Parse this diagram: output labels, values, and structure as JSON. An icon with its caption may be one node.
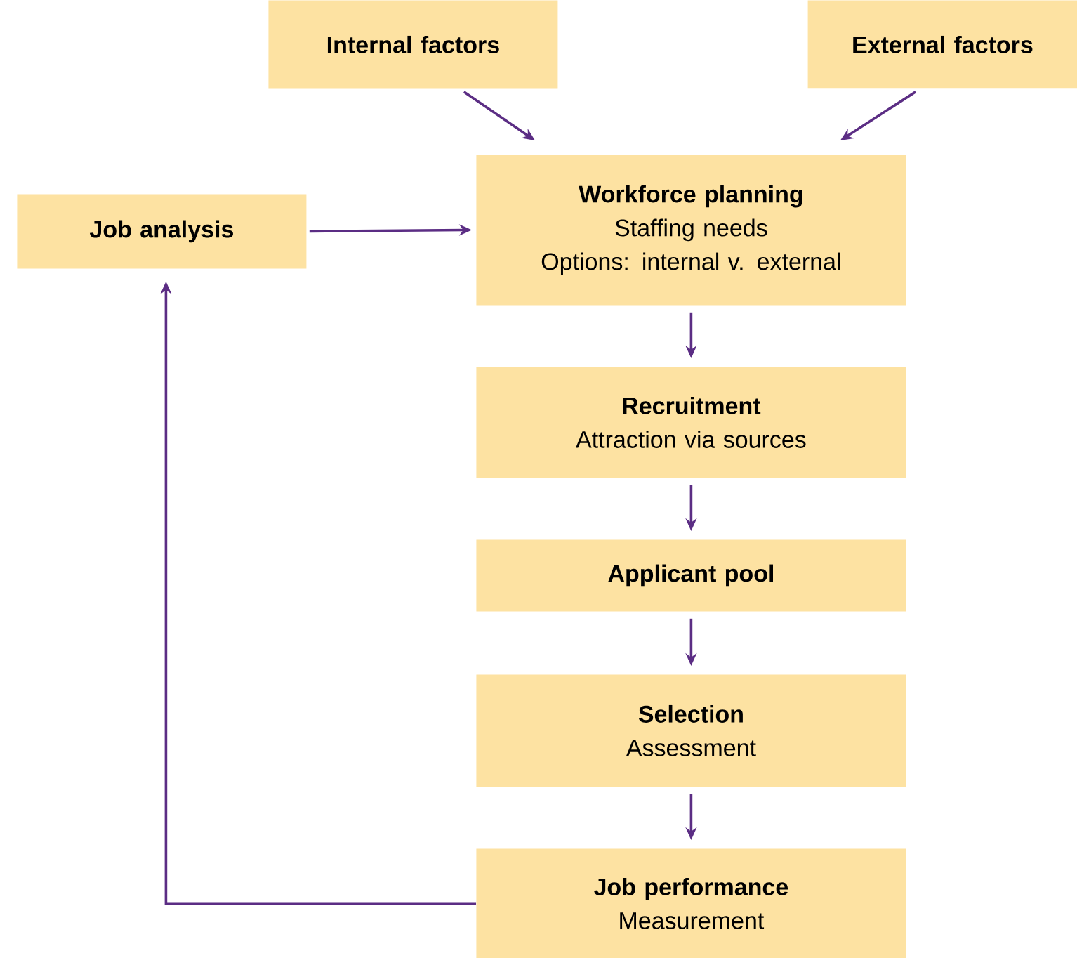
{
  "diagram": {
    "nodes": [
      {
        "text": [
          "Internal factors"
        ]
      },
      {
        "text": [
          "External factors"
        ]
      },
      {
        "text": [
          "Job analysis"
        ]
      },
      {
        "text": [
          "Workforce planning",
          "Staffing needs",
          "Options: internal v. external"
        ]
      },
      {
        "text": [
          "Recruitment",
          "Attraction via sources"
        ]
      },
      {
        "text": [
          "Applicant pool"
        ]
      },
      {
        "text": [
          "Selection",
          "Assessment"
        ]
      },
      {
        "text": [
          "Job performance",
          "Measurement"
        ]
      }
    ],
    "edges": [
      {
        "from": 0,
        "to": 3,
        "arrow": "to"
      },
      {
        "from": 1,
        "to": 3,
        "arrow": "to"
      },
      {
        "from": 2,
        "to": 3,
        "arrow": "to"
      },
      {
        "from": 3,
        "to": 4,
        "arrow": "to"
      },
      {
        "from": 4,
        "to": 5,
        "arrow": "to"
      },
      {
        "from": 5,
        "to": 6,
        "arrow": "to"
      },
      {
        "from": 6,
        "to": 7,
        "arrow": "to"
      },
      {
        "from": 7,
        "to": 2,
        "arrow": "to"
      }
    ]
  }
}
